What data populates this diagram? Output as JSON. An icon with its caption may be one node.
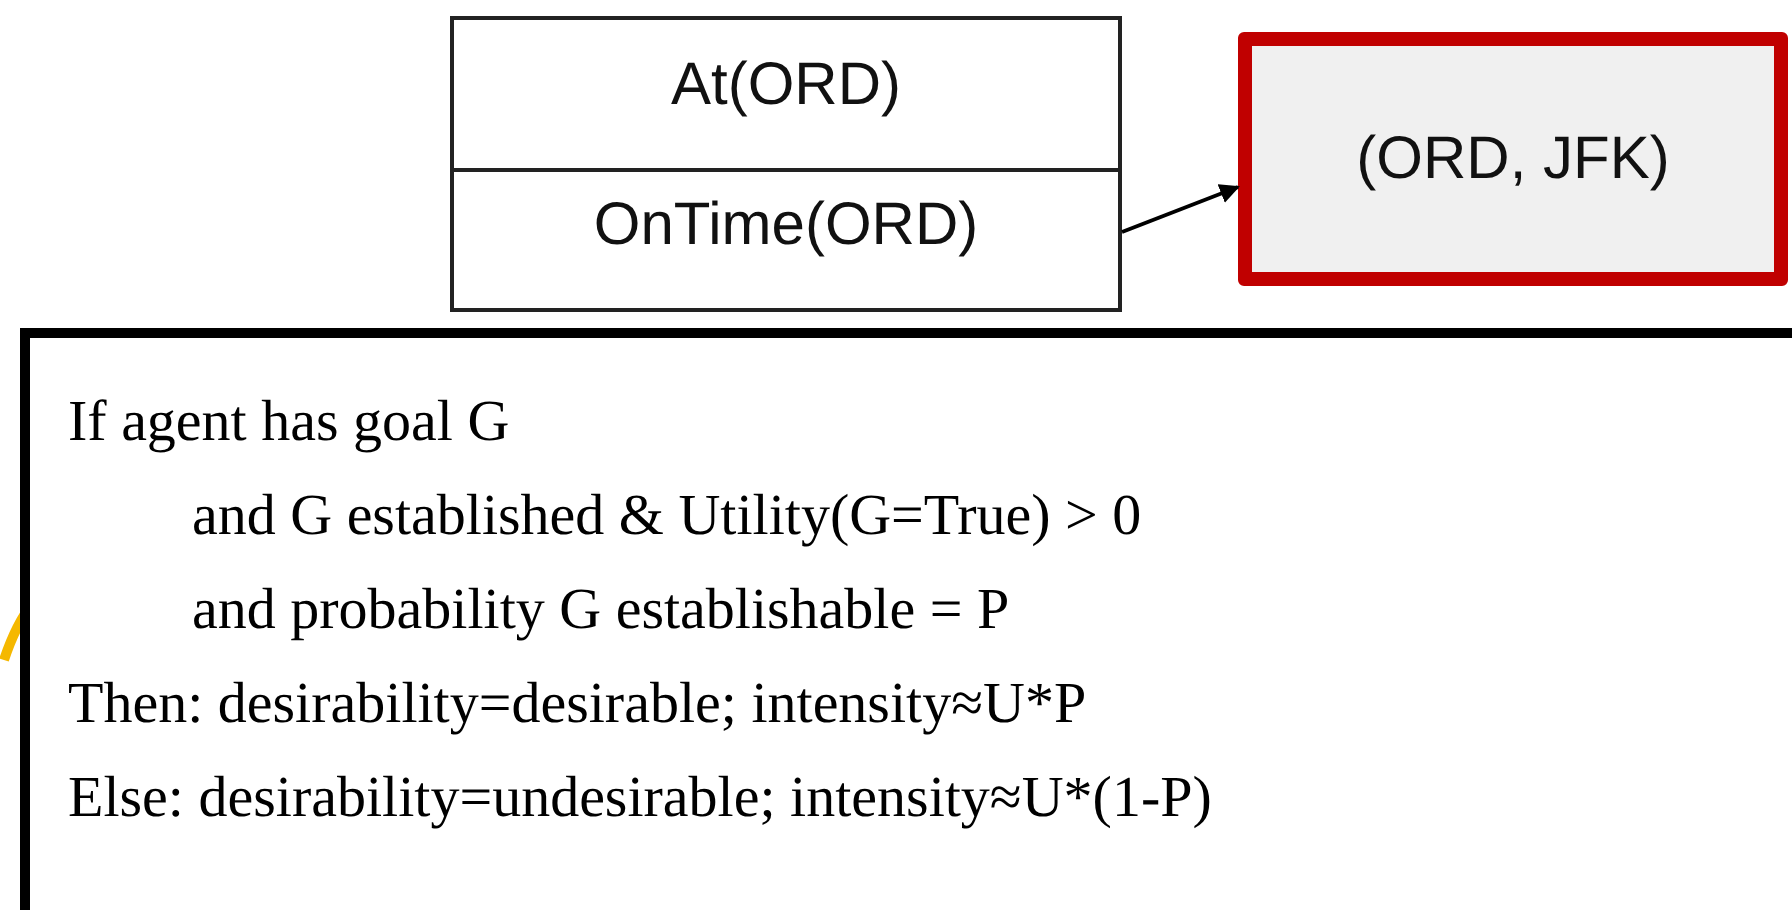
{
  "diagram": {
    "nodes": [
      {
        "text": [
          "At(ORD)",
          "OnTime(ORD)"
        ]
      },
      {
        "text": [
          "(ORD, JFK)"
        ]
      },
      {
        "text": [
          "If agent has goal G",
          "and G established & Utility(G=True) > 0",
          "and probability G establishable = P",
          "Then: desirability=desirable; intensity≈U*P",
          "Else: desirability=undesirable; intensity≈U*(1-P)"
        ]
      }
    ],
    "edges": [
      {
        "from": 0,
        "to": 1,
        "arrow": "to"
      }
    ]
  }
}
